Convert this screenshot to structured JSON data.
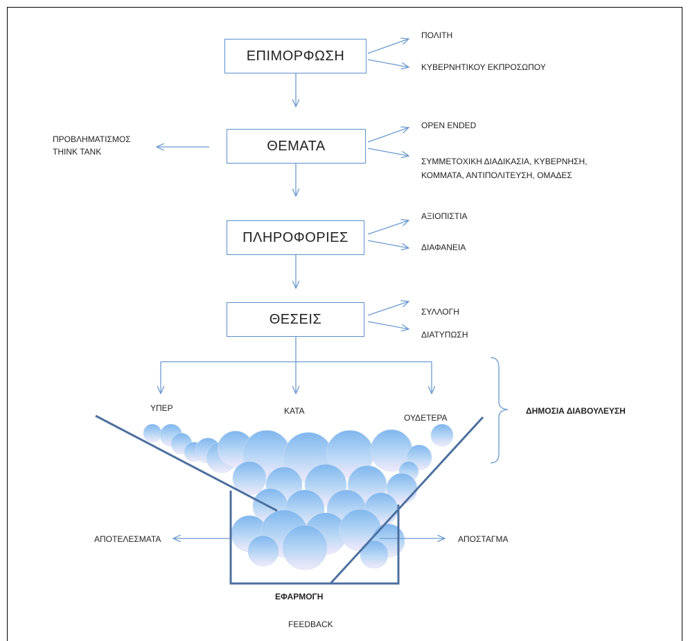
{
  "colors": {
    "arrow": "#6b99cf",
    "box_border": "#5b8ec9",
    "funnel": "#4c6f9e",
    "bubble_top": "#7fb6ee",
    "bubble_bottom": "#f1eafb"
  },
  "nodes": {
    "training": "ΕΠΙΜΟΡΦΩΣΗ",
    "topics": "ΘΕΜΑΤΑ",
    "information": "ΠΛΗΡΟΦΟΡΙΕΣ",
    "positions": "ΘΕΣΕΙΣ"
  },
  "branches": {
    "training": [
      "ΠΟΛΙΤΗ",
      "ΚΥΒΕΡΝΗΤΙΚΟΥ ΕΚΠΡΟΣΩΠΟΥ"
    ],
    "topics": [
      "OPEN ENDED",
      "ΣΥΜΜΕΤΟΧΙΚΗ ΔΙΑΔΙΚΑΣΙΑ, ΚΥΒΕΡΝΗΣΗ,",
      "ΚΟΜΜΑΤΑ, ΑΝΤΙΠΟΛΙΤΕΥΣΗ, ΟΜΑΔΕΣ"
    ],
    "topics_left": [
      "ΠΡΟΒΛΗΜΑΤΙΣΜΟΣ",
      "THINK TANK"
    ],
    "information": [
      "ΑΞΙΟΠΙΣΤΙΑ",
      "ΔΙΑΦΑΝΕΙΑ"
    ],
    "positions": [
      "ΣΥΛΛΟΓΗ",
      "ΔΙΑΤΥΠΩΣΗ"
    ]
  },
  "stances": [
    "ΥΠΕΡ",
    "ΚΑΤΑ",
    "ΟΥΔΕΤΕΡΑ"
  ],
  "bracket_label": "ΔΗΜΟΣΙΑ ΔΙΑΒΟΥΛΕΥΣΗ",
  "outputs": {
    "left": "ΑΠΟΤΕΛΕΣΜΑΤΑ",
    "right": "ΑΠΟΣΤΑΓΜΑ"
  },
  "bottom": {
    "application": "ΕΦΑΡΜΟΓΗ",
    "feedback": "FEEDBACK"
  }
}
